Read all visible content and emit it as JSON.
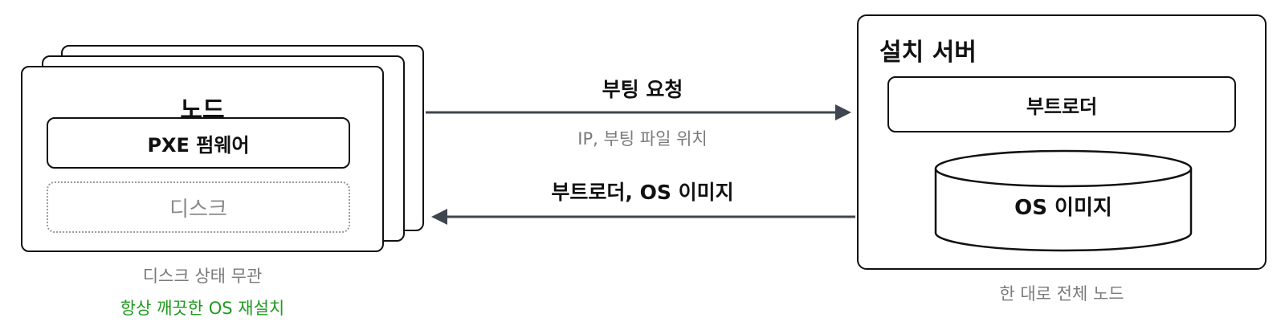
{
  "node": {
    "title": "노드",
    "firmware_label": "PXE 펌웨어",
    "disk_label": "디스크",
    "caption_primary": "디스크 상태 무관",
    "caption_secondary": "항상 깨끗한 OS 재설치"
  },
  "request_arrow": {
    "label": "부팅 요청",
    "sublabel": "IP, 부팅 파일 위치"
  },
  "response_arrow": {
    "label": "부트로더, OS 이미지"
  },
  "server": {
    "title": "설치 서버",
    "bootloader_label": "부트로더",
    "image_label": "OS 이미지",
    "caption": "한 대로 전체 노드"
  },
  "colors": {
    "line": "#111111",
    "arrow": "#3f4650",
    "muted_text": "#7a7a7a",
    "dotted_border": "#9a9a9a",
    "highlight_green": "#1f9a1f"
  }
}
